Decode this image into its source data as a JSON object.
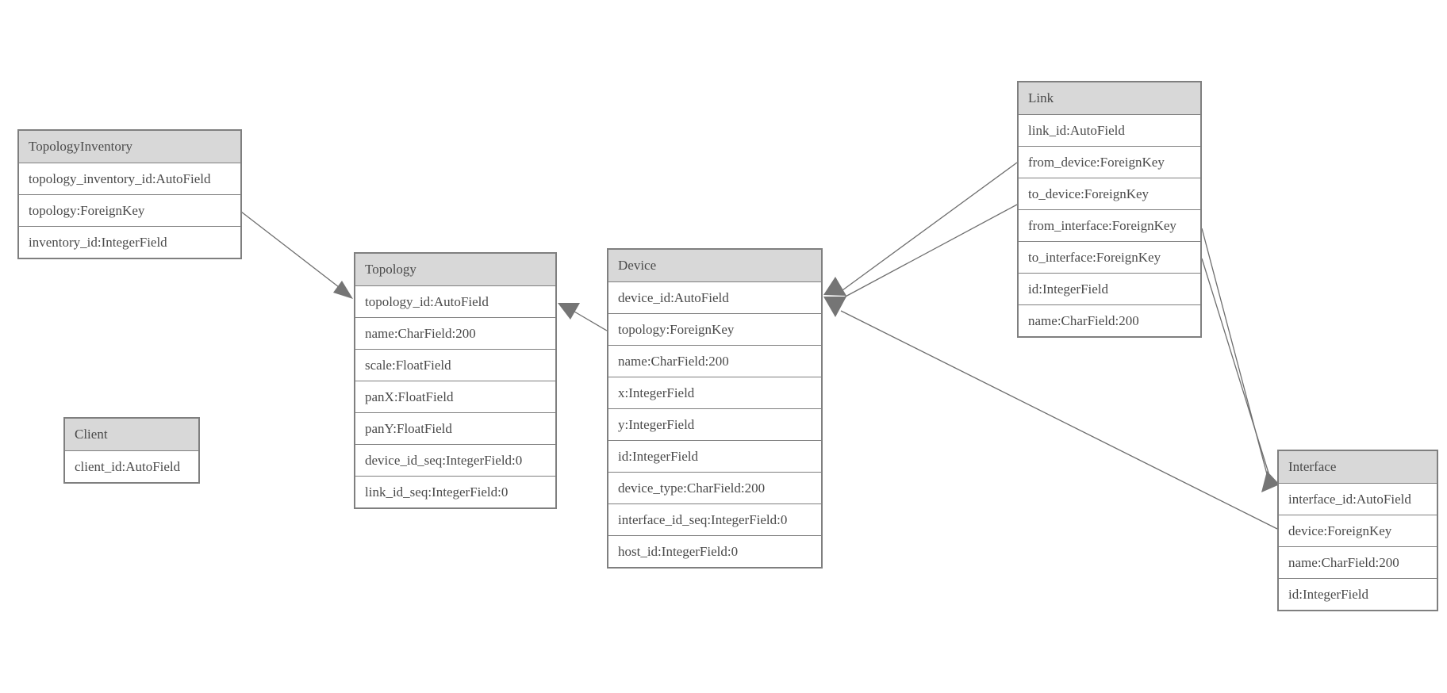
{
  "diagram_type": "entity-relationship-model-graph",
  "colors": {
    "header_bg": "#d8d8d8",
    "box_border": "#7f7f7f",
    "text": "#4a4a4a",
    "line": "#6e6e6e",
    "arrowhead": "#757575",
    "background": "#ffffff"
  },
  "entities": [
    {
      "name": "TopologyInventory",
      "fields": [
        "topology_inventory_id:AutoField",
        "topology:ForeignKey",
        "inventory_id:IntegerField"
      ]
    },
    {
      "name": "Topology",
      "fields": [
        "topology_id:AutoField",
        "name:CharField:200",
        "scale:FloatField",
        "panX:FloatField",
        "panY:FloatField",
        "device_id_seq:IntegerField:0",
        "link_id_seq:IntegerField:0"
      ]
    },
    {
      "name": "Client",
      "fields": [
        "client_id:AutoField"
      ]
    },
    {
      "name": "Device",
      "fields": [
        "device_id:AutoField",
        "topology:ForeignKey",
        "name:CharField:200",
        "x:IntegerField",
        "y:IntegerField",
        "id:IntegerField",
        "device_type:CharField:200",
        "interface_id_seq:IntegerField:0",
        "host_id:IntegerField:0"
      ]
    },
    {
      "name": "Link",
      "fields": [
        "link_id:AutoField",
        "from_device:ForeignKey",
        "to_device:ForeignKey",
        "from_interface:ForeignKey",
        "to_interface:ForeignKey",
        "id:IntegerField",
        "name:CharField:200"
      ]
    },
    {
      "name": "Interface",
      "fields": [
        "interface_id:AutoField",
        "device:ForeignKey",
        "name:CharField:200",
        "id:IntegerField"
      ]
    }
  ],
  "relationships": [
    {
      "from": "TopologyInventory.topology",
      "to": "Topology"
    },
    {
      "from": "Device.topology",
      "to": "Topology"
    },
    {
      "from": "Link.from_device",
      "to": "Device"
    },
    {
      "from": "Link.to_device",
      "to": "Device"
    },
    {
      "from": "Link.from_interface",
      "to": "Interface"
    },
    {
      "from": "Link.to_interface",
      "to": "Interface"
    },
    {
      "from": "Interface.device",
      "to": "Device"
    }
  ]
}
